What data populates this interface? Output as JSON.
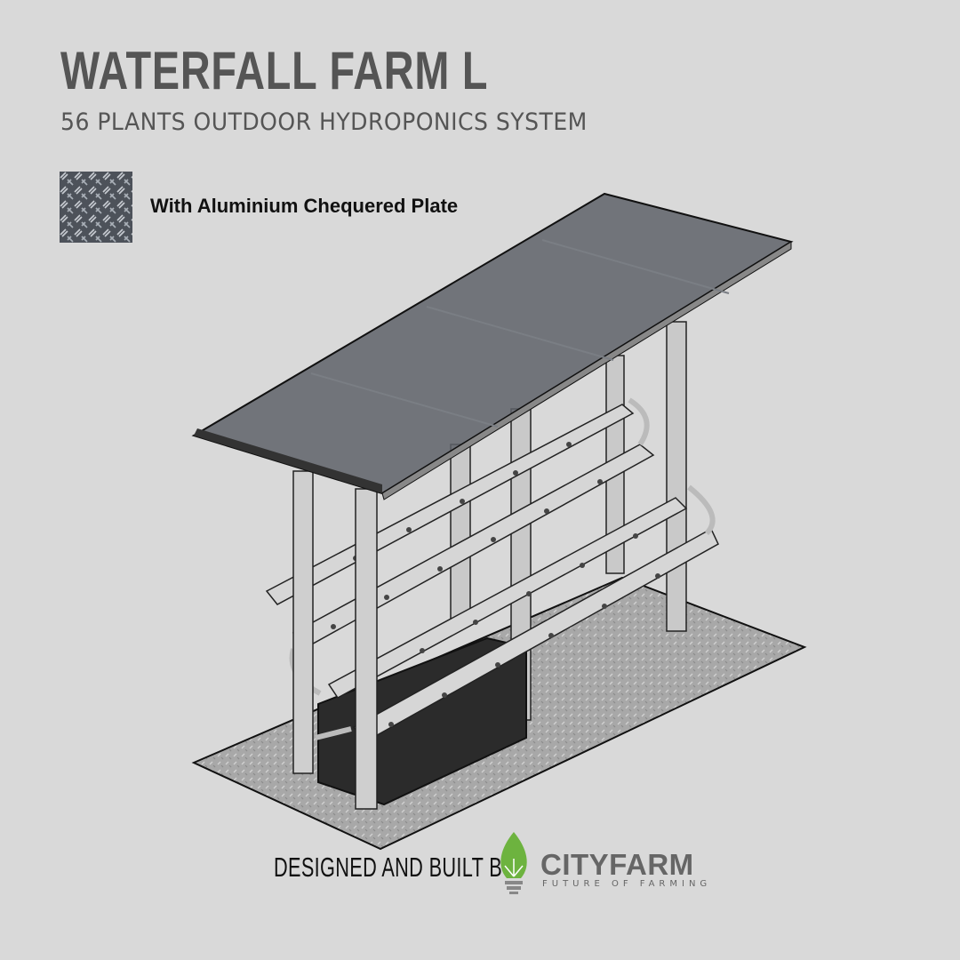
{
  "header": {
    "title": "WATERFALL FARM L",
    "subtitle": "56 PLANTS OUTDOOR HYDROPONICS SYSTEM"
  },
  "feature": {
    "icon": "chequered-plate-swatch",
    "label": "With Aluminium Chequered Plate"
  },
  "footer": {
    "credit": "DESIGNED AND BUILT BY",
    "brand_name": "CITYFARM",
    "brand_tagline": "FUTURE OF FARMING",
    "brand_color": "#6db33f"
  }
}
